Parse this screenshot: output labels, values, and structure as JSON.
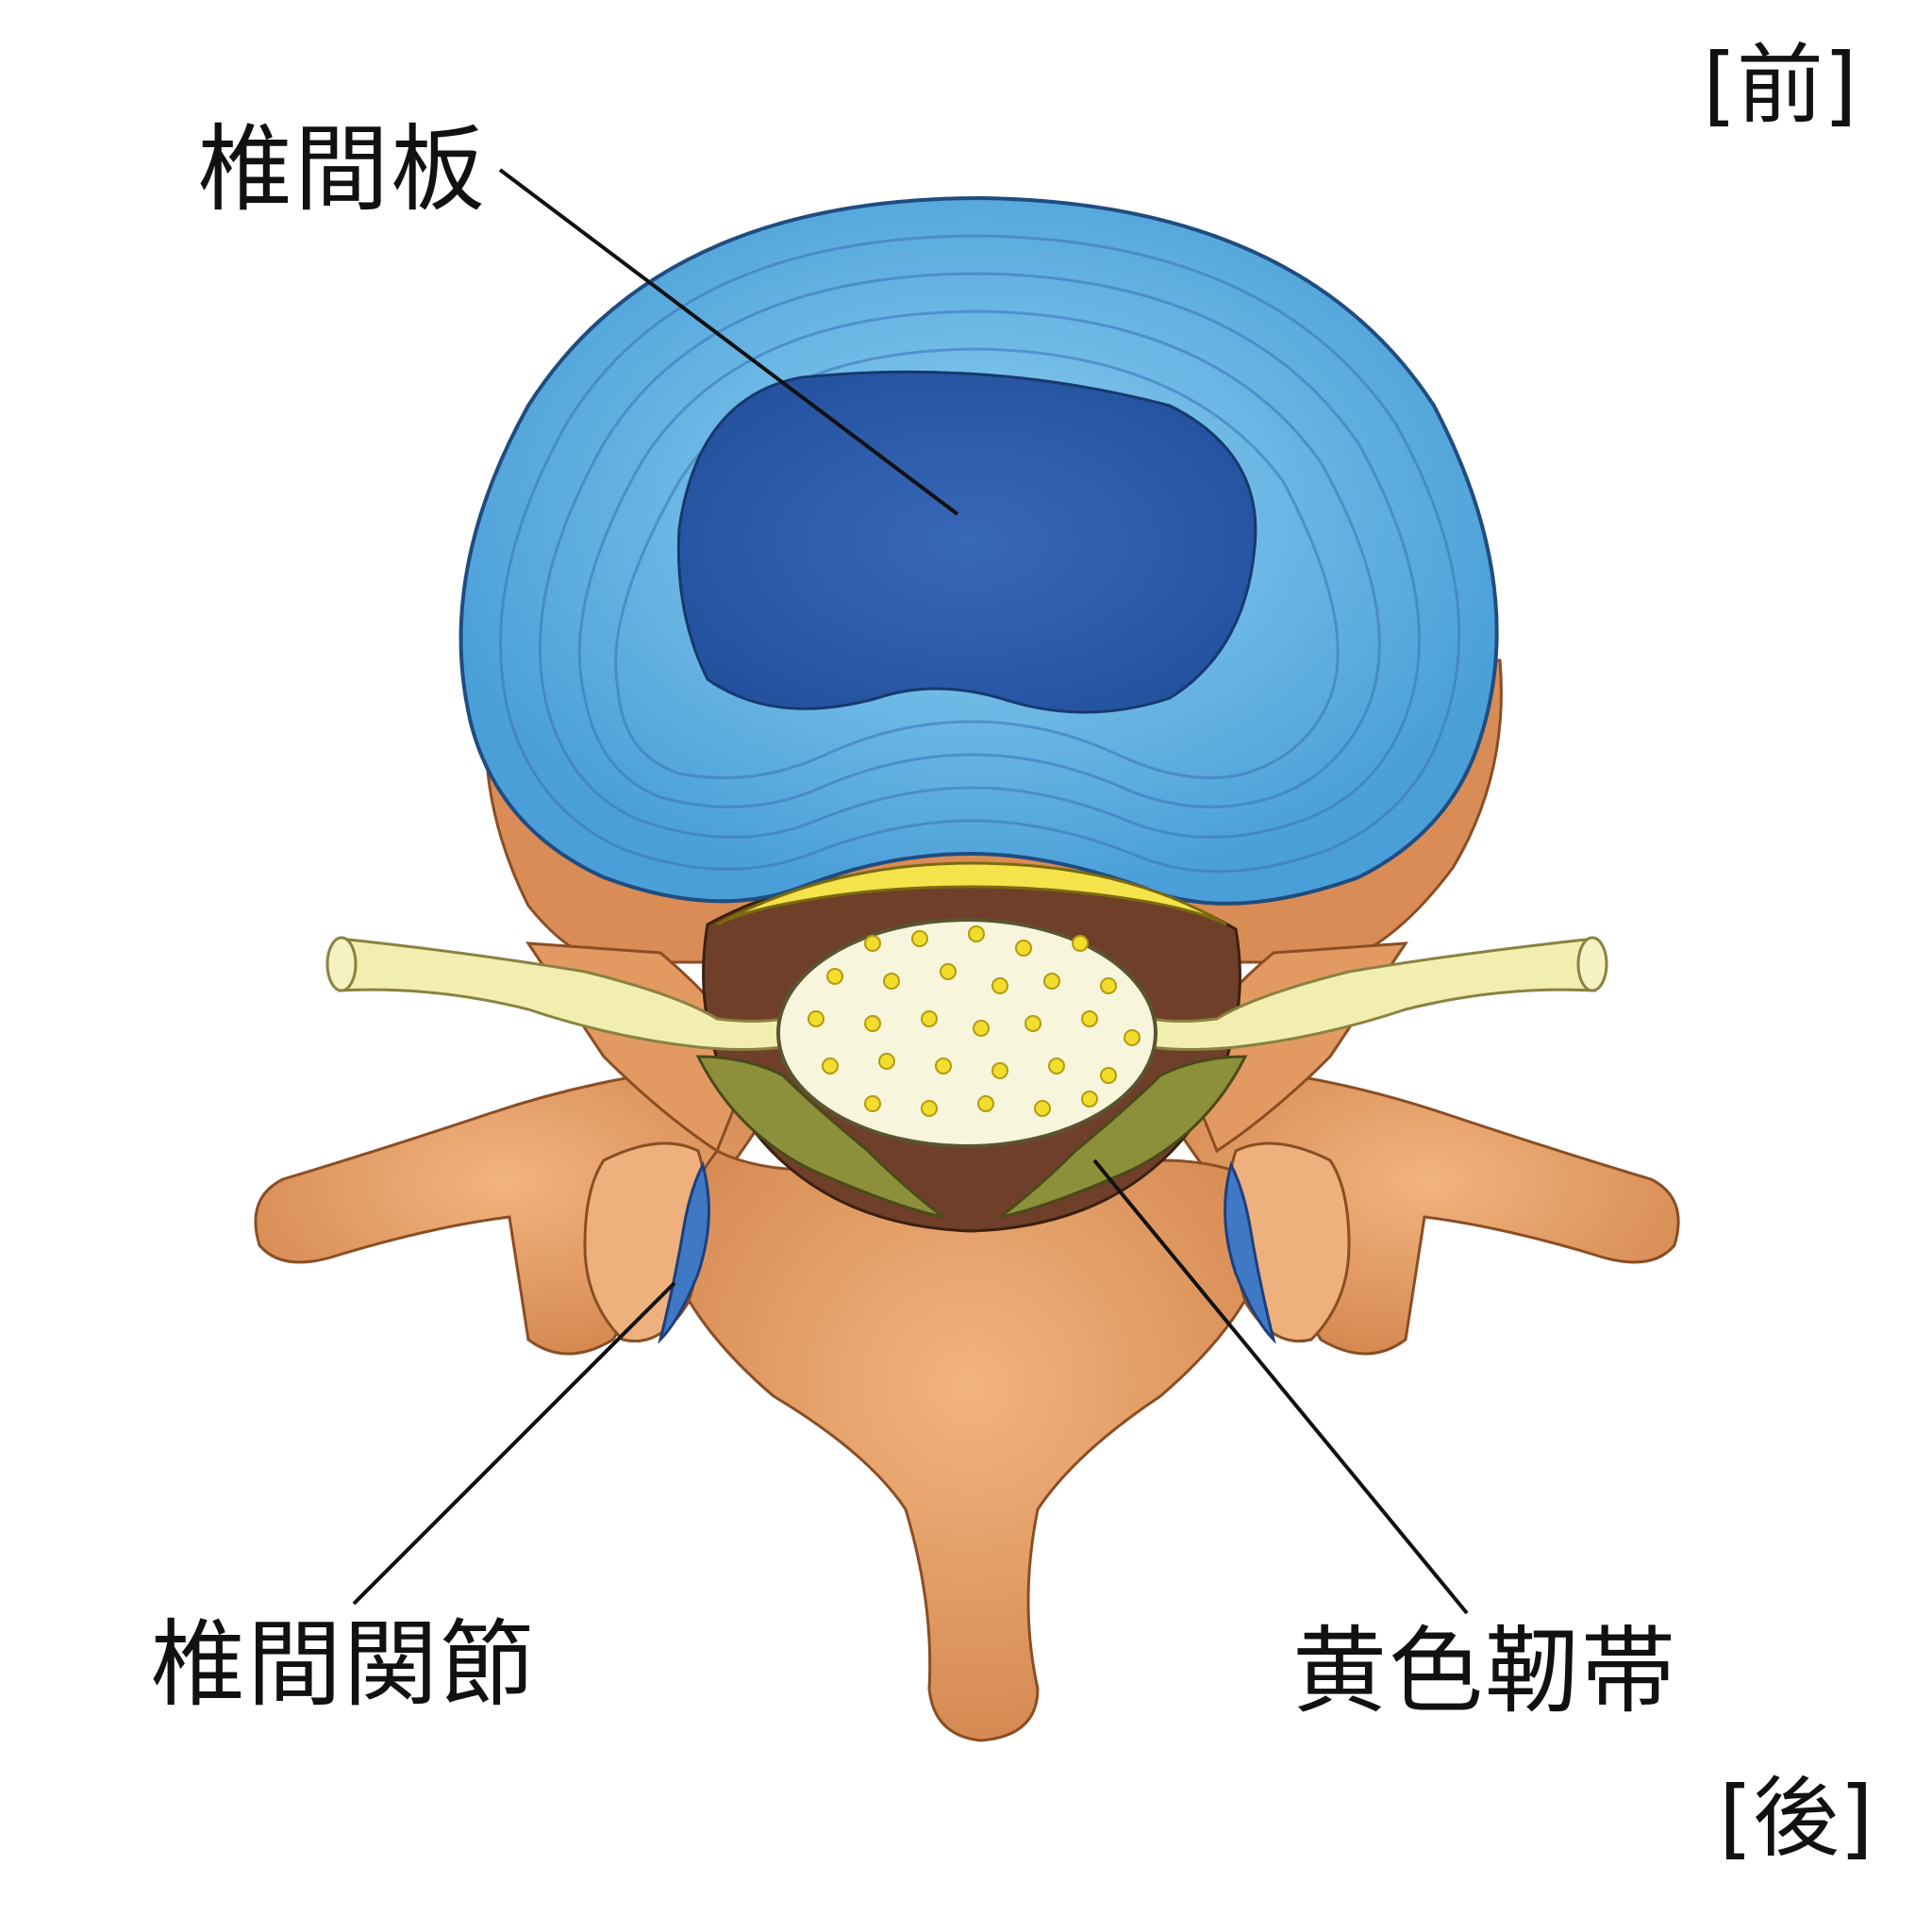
{
  "labels": {
    "disc": "椎間板",
    "facet_joint": "椎間関節",
    "ligamentum_flavum": "黄色靭帯"
  },
  "orientation": {
    "front": "[前]",
    "back": "[後]"
  },
  "colors": {
    "disc_outer": "#5aaee0",
    "disc_nucleus": "#2c5fae",
    "bone": "#e8a06a",
    "bone_dark": "#c47a45",
    "nerve": "#f2eeb0",
    "cord": "#f7f5dc",
    "cord_dots": "#f1dd2b",
    "ligament_flavum": "#8e8f3a",
    "ligament_yellow": "#f4e34a",
    "facet_cartilage": "#3f78c5"
  }
}
